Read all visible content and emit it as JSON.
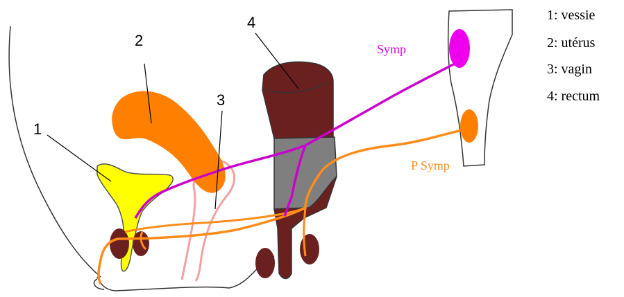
{
  "diagram": {
    "labels": {
      "one": "1",
      "two": "2",
      "three": "3",
      "four": "4"
    },
    "nerves": {
      "symp": "Symp",
      "psymp": "P Symp"
    },
    "legend": [
      "1: vessie",
      "2: utérus",
      "3: vagin",
      "4: rectum"
    ]
  },
  "colors": {
    "bladder": "#ffff00",
    "uterus": "#ff8000",
    "rectum": "#6b2020",
    "rectum_gray": "#7f7f7f",
    "vagina": "#f4a0a0",
    "symp_nerve": "#cc00cc",
    "symp_ganglion": "#ee00ee",
    "psymp_nerve": "#ff8c1a",
    "outline": "#333333"
  }
}
